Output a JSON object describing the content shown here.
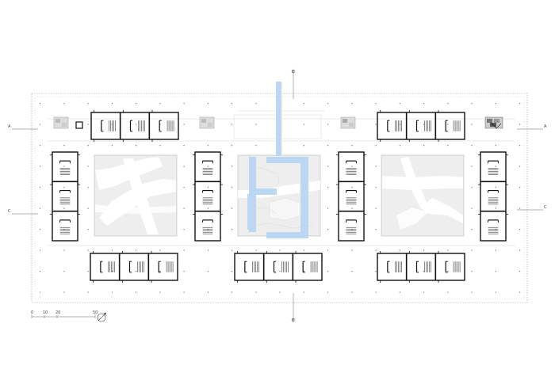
{
  "section_markers": {
    "a_left": "A",
    "a_right": "A",
    "c_left": "C",
    "c_right": "C",
    "b_top": "B",
    "b_bottom": "B"
  },
  "colors": {
    "water": "#bcd7f2",
    "courtyard": "#eeeeee",
    "path": "#ffffff",
    "wall": "#111111",
    "grid": "#888888"
  },
  "scale_bar": {
    "ticks": [
      "0",
      "10",
      "20",
      "50"
    ]
  },
  "icons": {
    "north_arrow": "north-arrow-icon"
  }
}
